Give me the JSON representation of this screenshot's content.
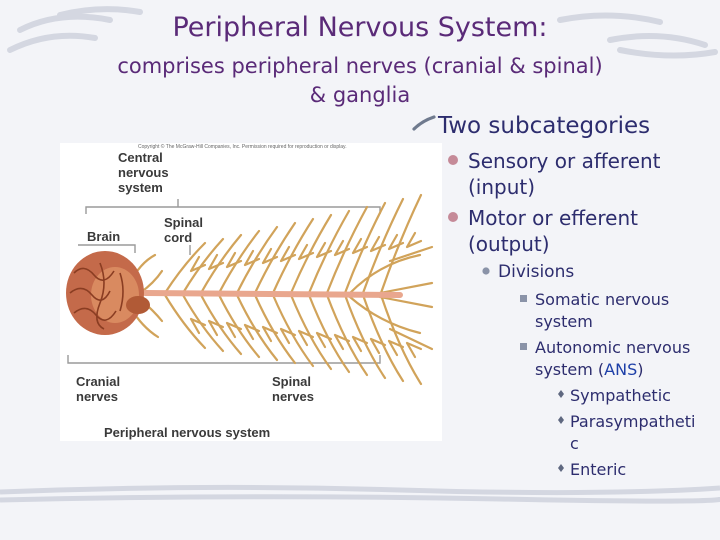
{
  "slide": {
    "title": "Peripheral Nervous System:",
    "subtitle_line1": "comprises peripheral nerves (cranial & spinal)",
    "subtitle_line2": "& ganglia"
  },
  "outline": {
    "heading": "Two subcategories",
    "items": [
      {
        "line1": "Sensory or afferent",
        "line2": "(input)"
      },
      {
        "line1": "Motor or efferent",
        "line2": "(output)"
      }
    ],
    "divisions": {
      "label": "Divisions",
      "items": [
        {
          "line1": "Somatic nervous",
          "line2": "system"
        },
        {
          "line1": "Autonomic nervous",
          "line2_prefix": "system (",
          "line2_abbr": "ANS",
          "line2_suffix": ")"
        }
      ],
      "ans_items": [
        {
          "line1": "Sympathetic"
        },
        {
          "line1": "Parasympatheti",
          "line2": "c"
        },
        {
          "line1": "Enteric"
        }
      ]
    }
  },
  "figure": {
    "copyright": "Copyright © The McGraw-Hill Companies, Inc. Permission required for reproduction or display.",
    "labels": {
      "cns": [
        "Central",
        "nervous",
        "system"
      ],
      "brain": "Brain",
      "spinal_cord": [
        "Spinal",
        "cord"
      ],
      "cranial_nerves": [
        "Cranial",
        "nerves"
      ],
      "spinal_nerves": [
        "Spinal",
        "nerves"
      ],
      "pns": "Peripheral nervous system"
    }
  },
  "colors": {
    "title": "#5a2a78",
    "body_text": "#2d2d6e",
    "abbr_link": "#1d3fa8",
    "bullet": "#c58a98",
    "nerve": "#d1a35a",
    "brain": "#c46a4a",
    "spinal_cord": "#e9a78e"
  }
}
